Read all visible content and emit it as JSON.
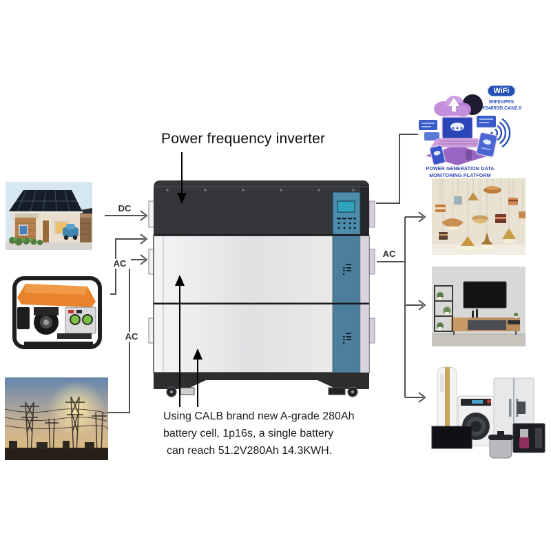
{
  "title": "Power frequency inverter",
  "connections": {
    "dc_label": "DC",
    "generator_ac_label": "AC",
    "grid_ac_label": "AC",
    "output_ac_label": "AC"
  },
  "monitoring": {
    "wifi_badge": "WiFi",
    "wifi_line1": "WIFI/GPRS",
    "wifi_line2": "RS485SD.CAN2.0",
    "caption_line1": "POWER GENERATION DATA",
    "caption_line2": "MONITORING PLATFORM"
  },
  "battery_note": {
    "line1": "Using CALB brand new A-grade 280Ah",
    "line2": "battery cell, 1p16s, a single battery",
    "line3": "can reach 51.2V280Ah 14.3KWH."
  },
  "images": {
    "solar_house": "solar-rooftop-house-photo",
    "generator": "portable-gasoline-generator-photo",
    "power_grid": "power-grid-substation-photo",
    "monitoring_platform": "cloud-monitoring-platform-illustration",
    "lamps": "pendant-lamps-photo",
    "tv_room": "living-room-tv-photo",
    "appliances": "home-appliances-photo"
  },
  "colors": {
    "connector_gray": "#4f4f4f",
    "accent_blue": "#2450b4",
    "caption_blue": "#2b3fae",
    "inverter_dark": "#353639",
    "panel_teal": "#4e8cab",
    "battery_strip_teal": "#4b7f9c",
    "side_lavender": "#d9d3de"
  }
}
